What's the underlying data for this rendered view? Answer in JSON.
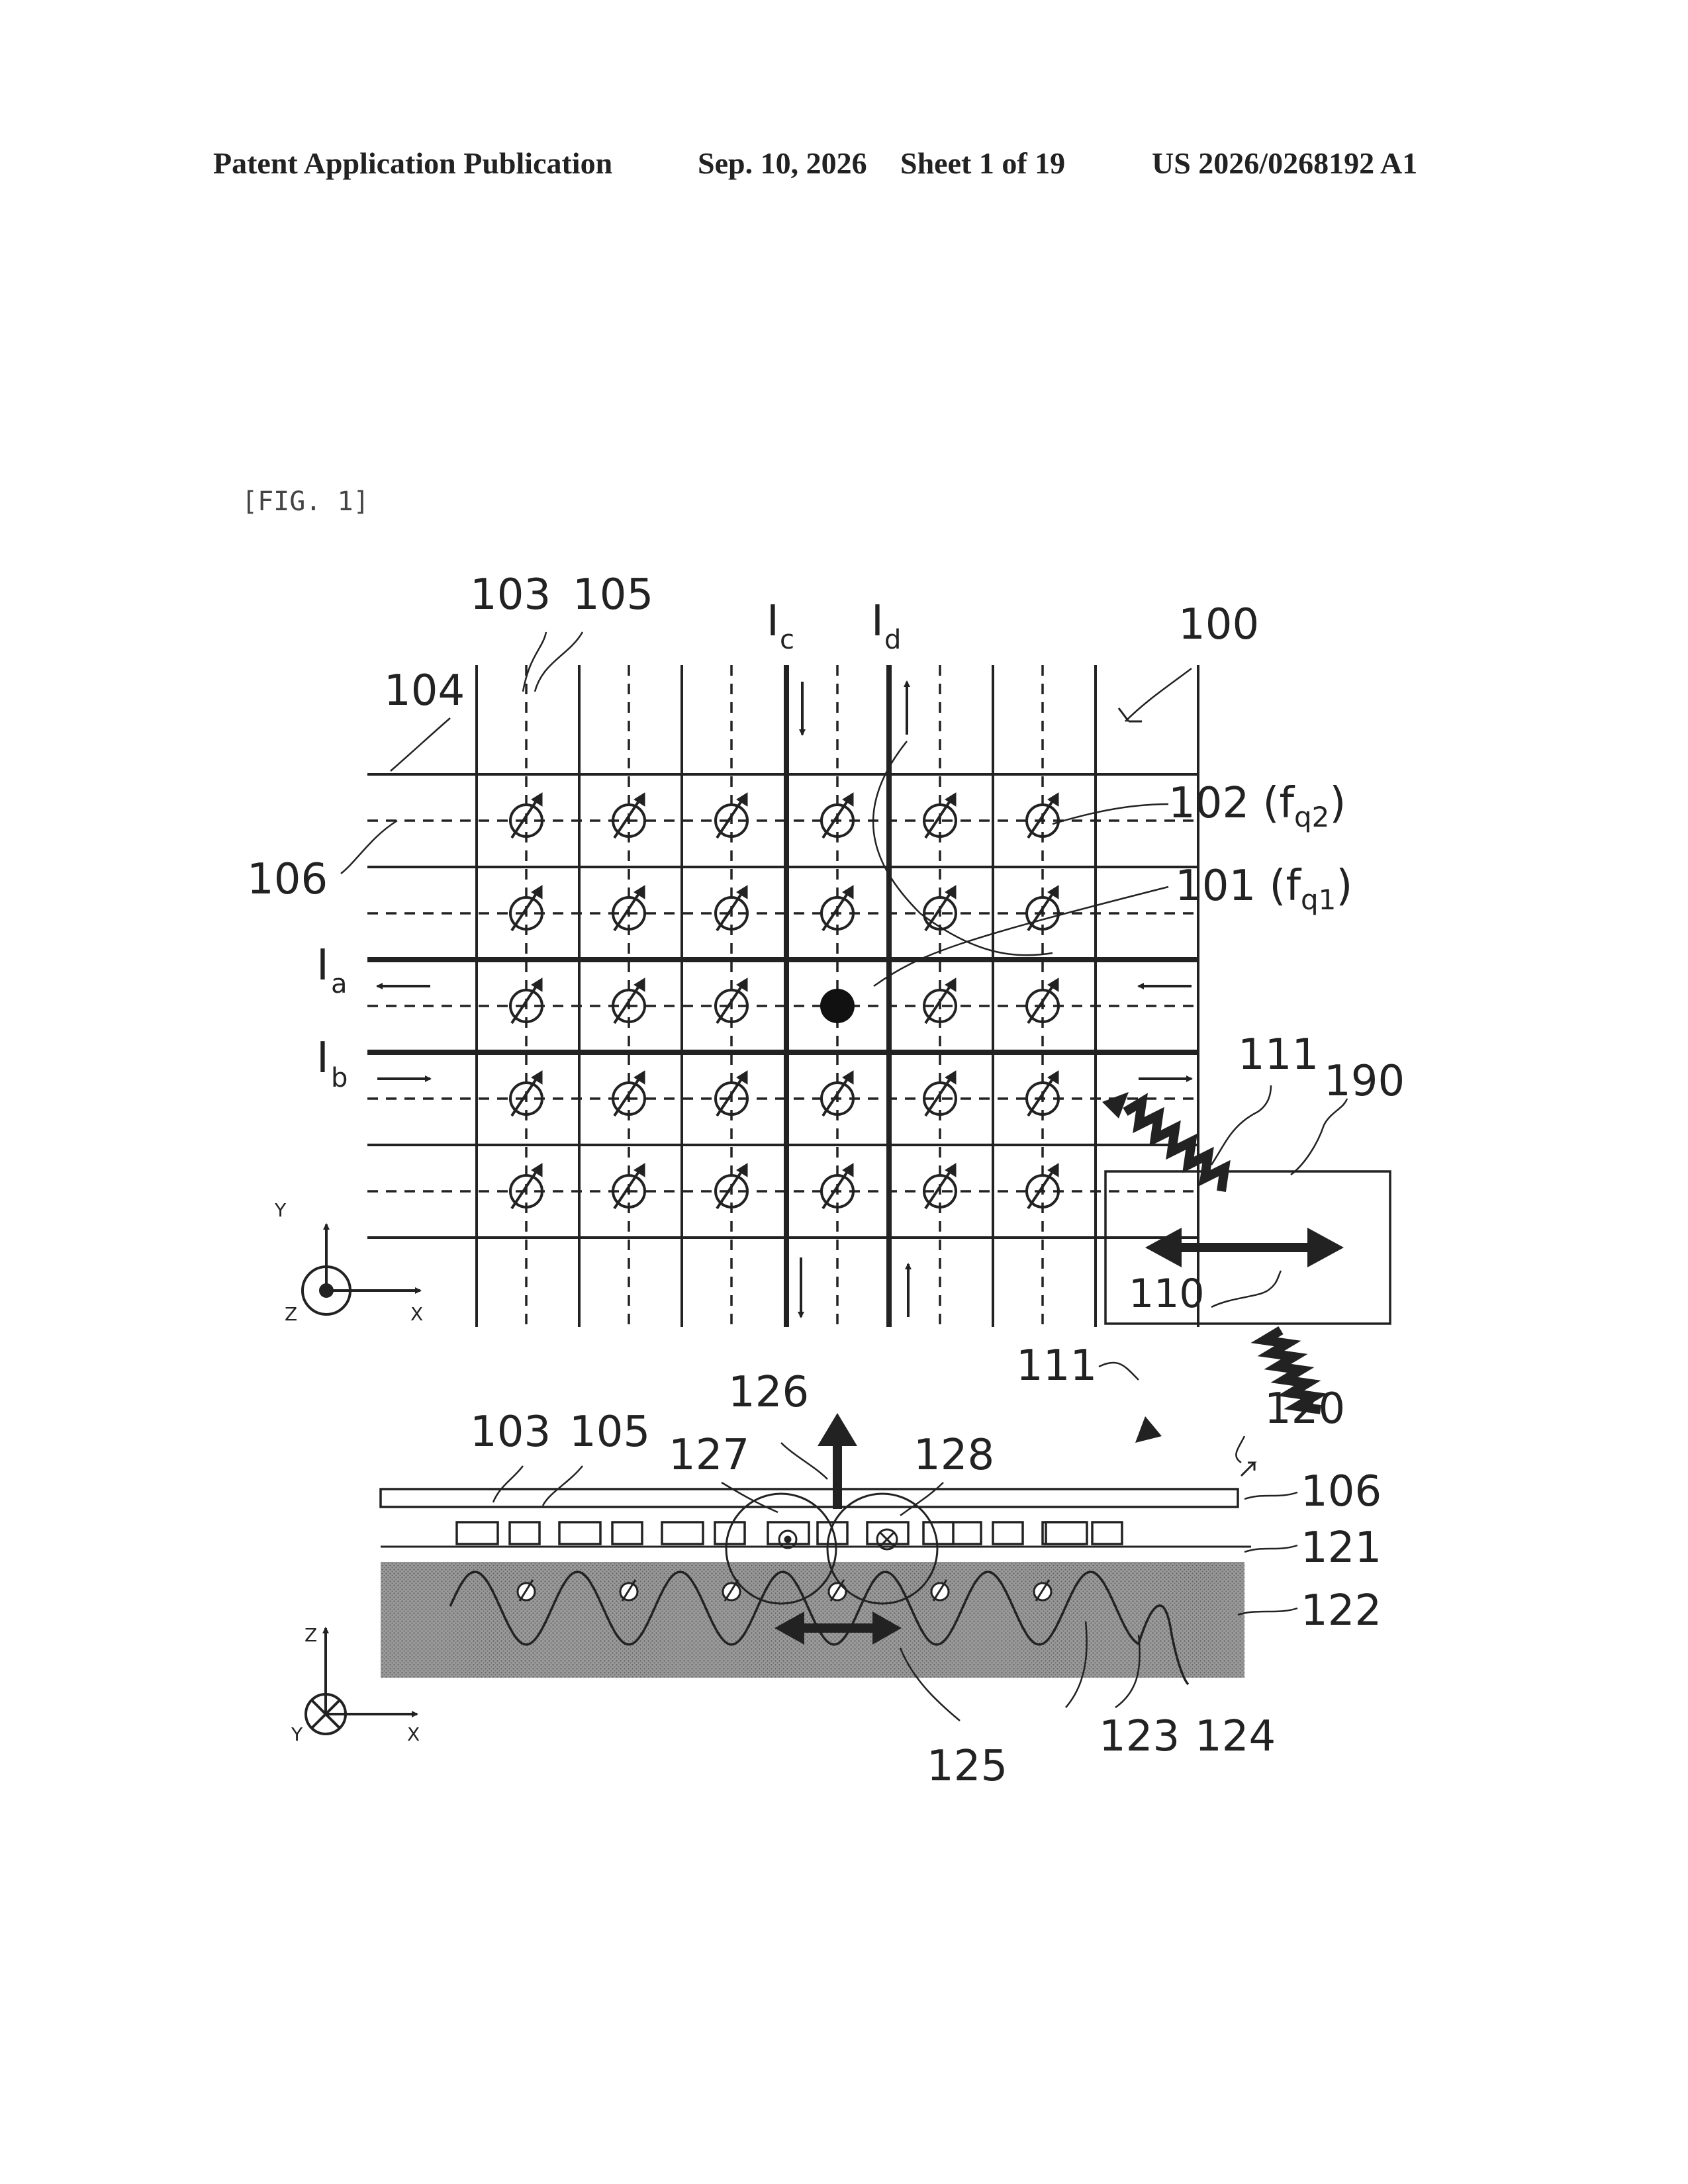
{
  "header": {
    "left": "Patent Application Publication",
    "date": "Sep. 10, 2026",
    "sheet": "Sheet 1 of 19",
    "number": "US 2026/0268192 A1"
  },
  "figure_tag": "[FIG. 1]",
  "top_view": {
    "grid_rows": 5,
    "grid_cols": 6,
    "qubit_symbol": "spin-arrow-circle",
    "selected_qubit": {
      "row": 2,
      "col": 3
    },
    "labels": {
      "l100": "100",
      "l103": "103",
      "l105": "105",
      "l104": "104",
      "l106": "106",
      "Ic_main": "I",
      "Ic_sub": "c",
      "Id_main": "I",
      "Id_sub": "d",
      "Ia_main": "I",
      "Ia_sub": "a",
      "Ib_main": "I",
      "Ib_sub": "b",
      "l102_pre": "102 (f",
      "l102_sub": "q2",
      "l102_post": ")",
      "l101_pre": "101 (f",
      "l101_sub": "q1",
      "l101_post": ")",
      "l111_a": "111",
      "l190": "190",
      "l110": "110",
      "l111_b": "111",
      "axis_y": "Y",
      "axis_x": "X",
      "axis_z": "Z"
    }
  },
  "side_view": {
    "labels": {
      "l120": "120",
      "l103": "103",
      "l105": "105",
      "l126": "126",
      "l127": "127",
      "l128": "128",
      "l106": "106",
      "l121": "121",
      "l122": "122",
      "l123": "123",
      "l124": "124",
      "l125": "125",
      "axis_z": "Z",
      "axis_x": "X",
      "axis_y": "Y"
    }
  }
}
